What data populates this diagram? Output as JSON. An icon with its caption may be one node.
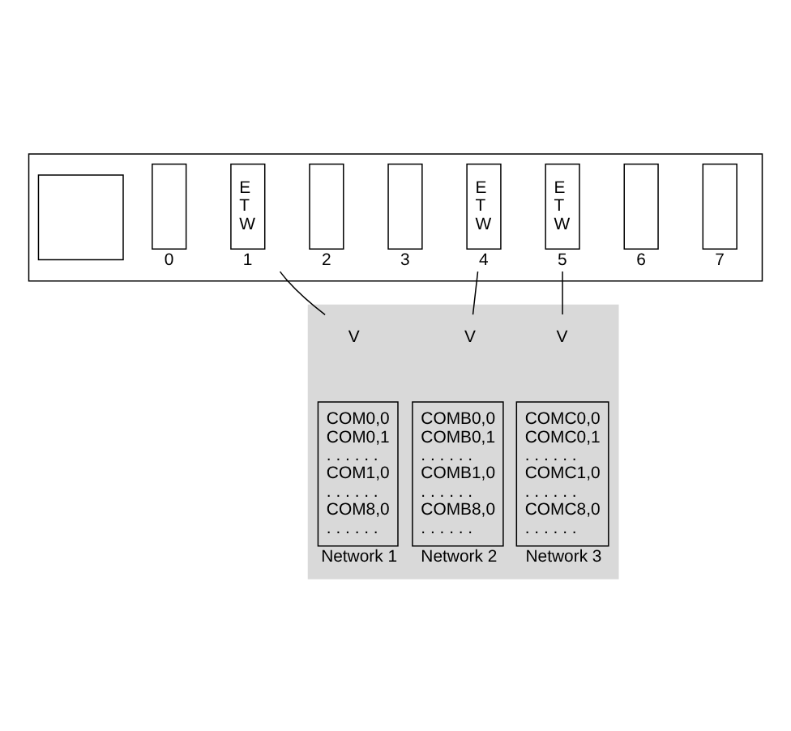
{
  "diagram": {
    "nodes": [
      {
        "text": [],
        "shape": "box"
      },
      {
        "text": [],
        "shape": "box",
        "in": 0
      },
      {
        "text": [],
        "shape": "box",
        "in": 0,
        "beside": [
          "0"
        ]
      },
      {
        "text": [
          "E T W"
        ],
        "in": 0,
        "beside": [
          "1"
        ]
      },
      {
        "text": [],
        "shape": "box",
        "in": 0,
        "beside": [
          "2"
        ]
      },
      {
        "text": [],
        "shape": "box",
        "in": 0,
        "beside": [
          "3"
        ]
      },
      {
        "text": [
          "E T W"
        ],
        "in": 0,
        "beside": [
          "4"
        ]
      },
      {
        "text": [
          "E T W"
        ],
        "in": 0,
        "beside": [
          "5"
        ]
      },
      {
        "text": [],
        "shape": "box",
        "in": 0,
        "beside": [
          "6"
        ]
      },
      {
        "text": [],
        "shape": "box",
        "in": 0,
        "beside": [
          "7"
        ]
      },
      {
        "text": [],
        "shape": "box"
      },
      {
        "text": [
          "V"
        ],
        "in": 10
      },
      {
        "text": [
          "COM0,0",
          "COM0,1",
          ". . . . . .",
          "COM1,0",
          ". . . . . .",
          "COM8,0",
          ". . . . . ."
        ],
        "in": 10,
        "beside": [
          "Network 1"
        ]
      },
      {
        "text": [
          "V"
        ],
        "in": 10
      },
      {
        "text": [
          "COMB0,0",
          "COMB0,1",
          ". . . . . .",
          "COMB1,0",
          ". . . . . .",
          "COMB8,0",
          ". . . . . ."
        ],
        "in": 10,
        "beside": [
          "Network 2"
        ]
      },
      {
        "text": [
          "V"
        ],
        "in": 10
      },
      {
        "text": [
          "COMC0,0",
          "COMC0,1",
          ". . . . . .",
          "COMC1,0",
          ". . . . . .",
          "COMC8,0",
          ". . . . . ."
        ],
        "in": 10,
        "beside": [
          "Network 3"
        ]
      }
    ],
    "edges": [
      {
        "from": 3,
        "to": 11,
        "arrow": "none"
      },
      {
        "from": 6,
        "to": 13,
        "arrow": "none"
      },
      {
        "from": 7,
        "to": 15,
        "arrow": "none"
      }
    ]
  }
}
